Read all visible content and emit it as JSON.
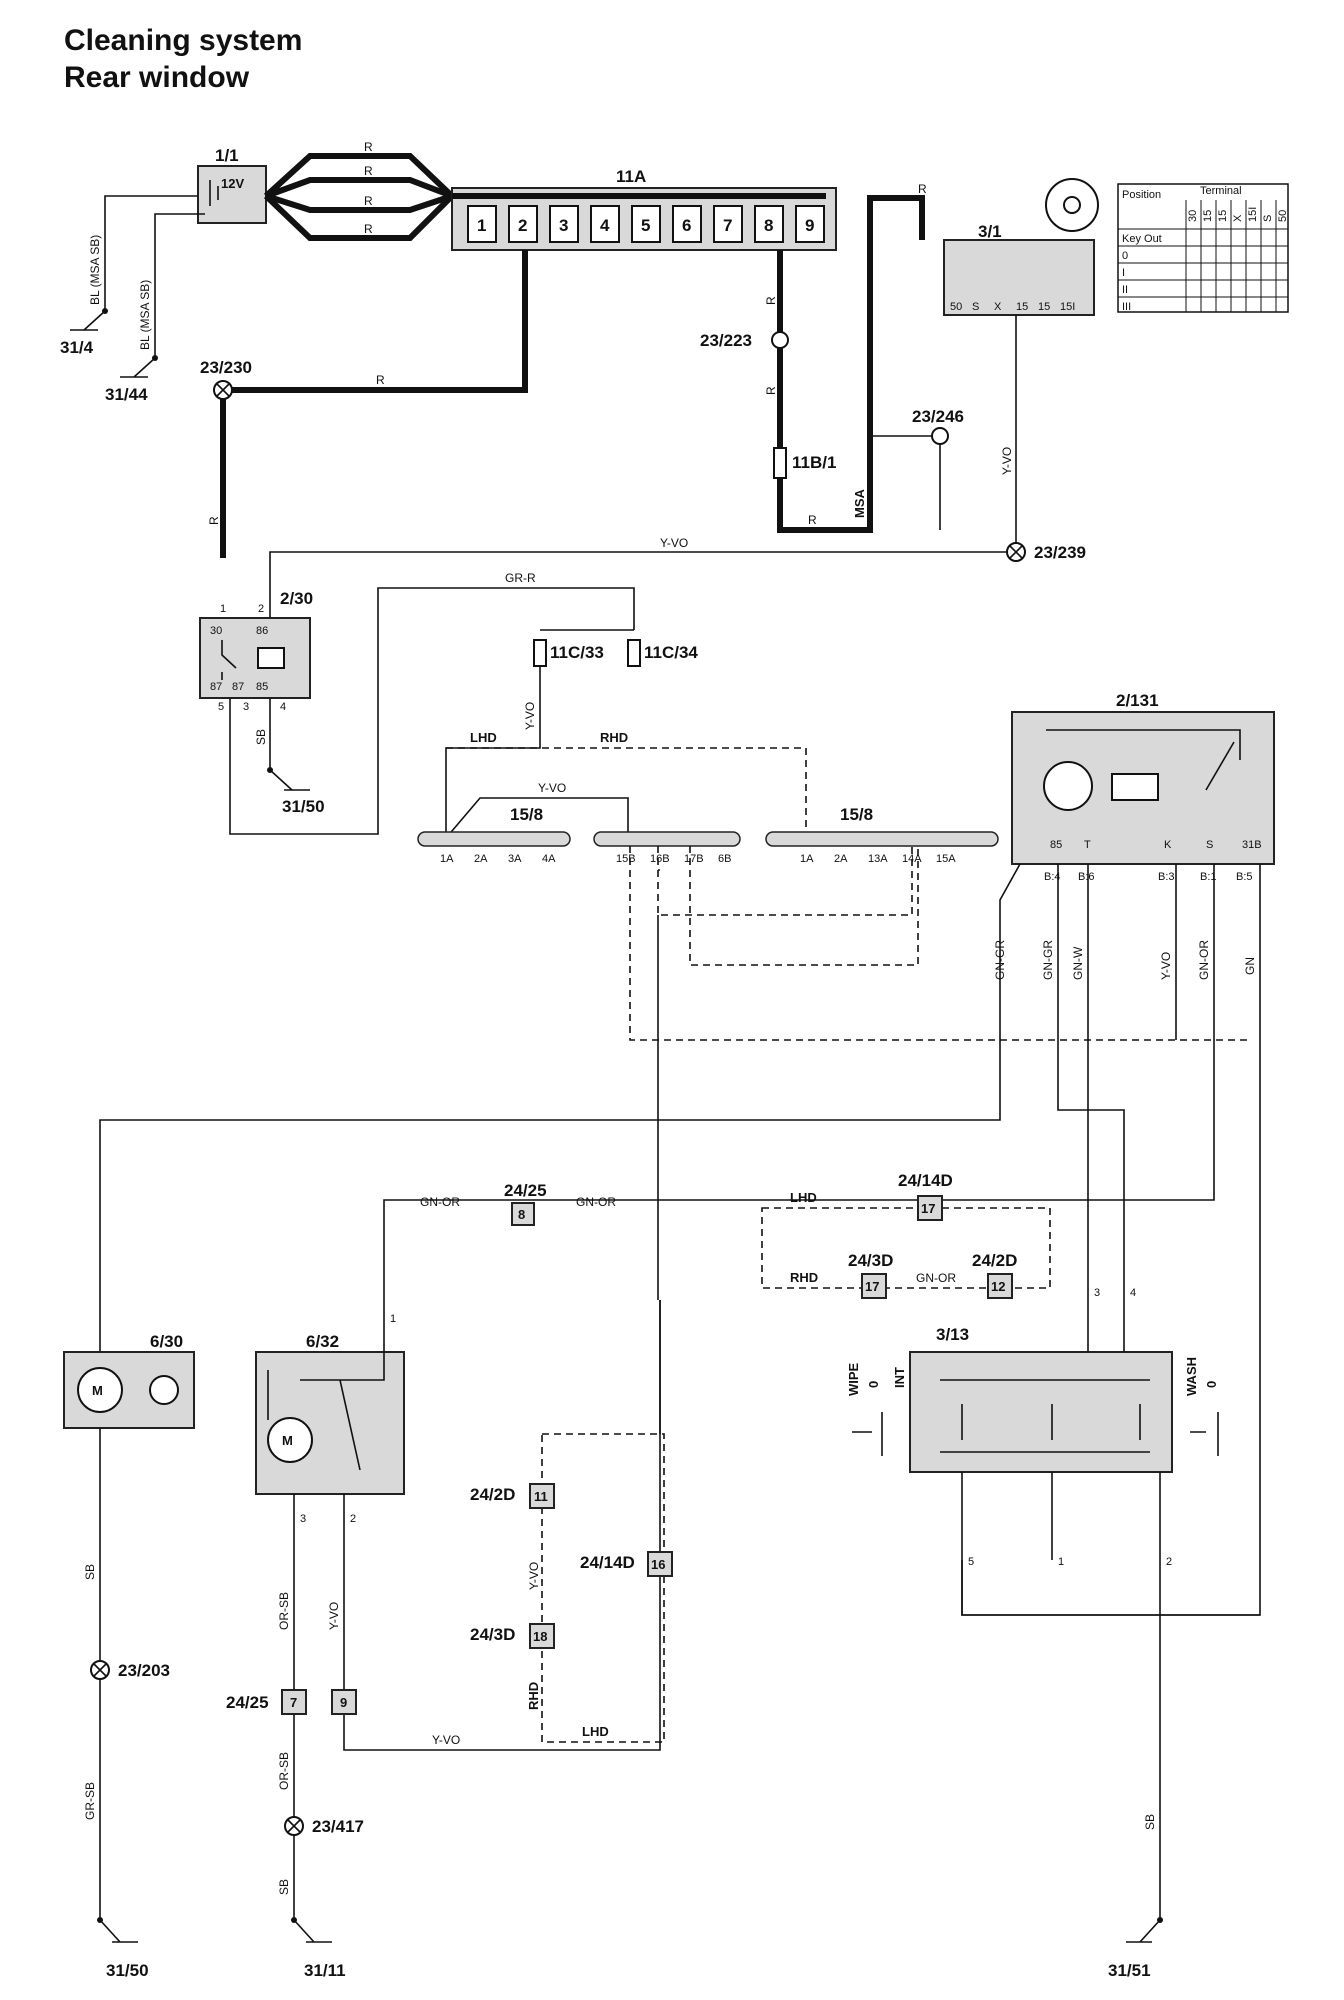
{
  "title": {
    "line1": "Cleaning system",
    "line2": "Rear window"
  },
  "components": {
    "battery": "1/1",
    "battery_voltage": "12V",
    "fuse_box": "11A",
    "fuses": [
      "1",
      "2",
      "3",
      "4",
      "5",
      "6",
      "7",
      "8",
      "9"
    ],
    "ignition_switch": "3/1",
    "fuse_11b1": "11B/1",
    "fuse_11c33": "11C/33",
    "fuse_11c34": "11C/34",
    "relay": "2/30",
    "control_module": "2/131",
    "connector_15_8": "15/8",
    "washer_pump": "6/30",
    "wiper_motor": "6/32",
    "switch": "3/13"
  },
  "splices": [
    "23/230",
    "23/223",
    "23/246",
    "23/239",
    "23/203",
    "23/417"
  ],
  "grounds": [
    "31/4",
    "31/44",
    "31/50",
    "31/50",
    "31/11",
    "31/51"
  ],
  "connectors": {
    "c24_25": "24/25",
    "c24_14d": "24/14D",
    "c24_3d": "24/3D",
    "c24_2d": "24/2D",
    "pins": {
      "p8": "8",
      "p17": "17",
      "p12": "12",
      "p11": "11",
      "p16": "16",
      "p18": "18",
      "p7": "7",
      "p9": "9"
    }
  },
  "wires": {
    "r": "R",
    "bl_msa_sb": "BL (MSA SB)",
    "y_vo": "Y-VO",
    "gr_r": "GR-R",
    "sb": "SB",
    "gn_or": "GN-OR",
    "gn_gr": "GN-GR",
    "gn_w": "GN-W",
    "gn": "GN",
    "or_sb": "OR-SB",
    "gr_sb": "GR-SB",
    "msa": "MSA"
  },
  "variants": {
    "lhd": "LHD",
    "rhd": "RHD"
  },
  "pins_15_8_left": [
    "1A",
    "2A",
    "3A",
    "4A"
  ],
  "pins_15_8_mid": [
    "15B",
    "16B",
    "17B",
    "6B"
  ],
  "pins_15_8_right": [
    "1A",
    "2A",
    "13A",
    "14A",
    "15A"
  ],
  "pins_2_131": [
    "85",
    "T",
    "K",
    "S",
    "31B"
  ],
  "pins_2_131_b": [
    "B:4",
    "B:6",
    "B:3",
    "B:1",
    "B:5"
  ],
  "relay_pins": [
    "30",
    "86",
    "87",
    "87",
    "85"
  ],
  "ignition_pins": [
    "50",
    "S",
    "X",
    "15",
    "15",
    "15I"
  ],
  "ignition_table": {
    "h_position": "Position",
    "h_terminal": "Terminal",
    "terminals": [
      "30",
      "15",
      "15",
      "X",
      "15I",
      "S",
      "50"
    ],
    "positions": [
      "Key Out",
      "0",
      "I",
      "II",
      "III"
    ]
  },
  "switch_labels": {
    "wipe": "WIPE",
    "int": "INT",
    "zero": "0",
    "wash": "WASH"
  }
}
